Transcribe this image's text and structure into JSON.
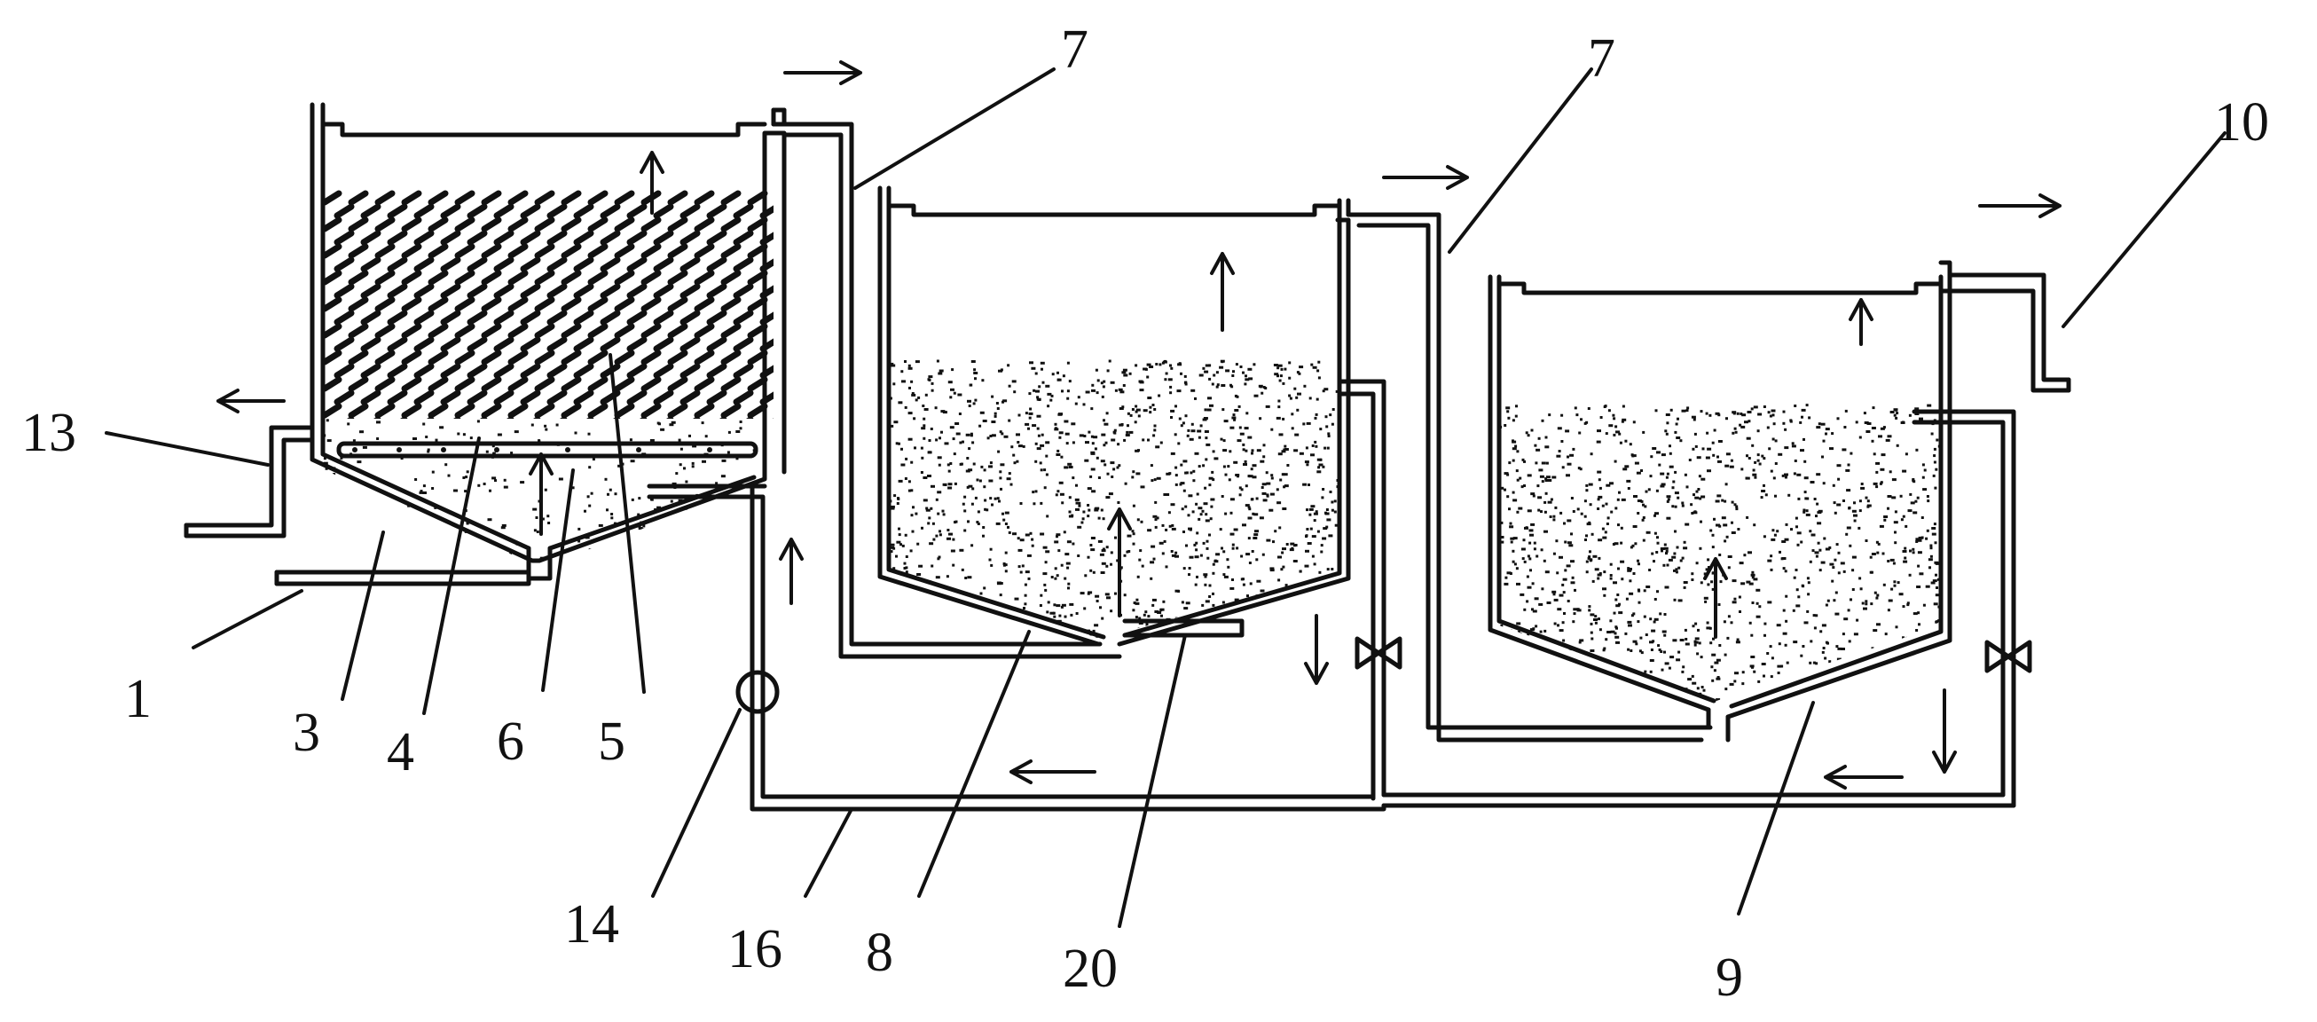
{
  "labels": {
    "l1": "1",
    "l3": "3",
    "l4": "4",
    "l6": "6",
    "l5": "5",
    "l7a": "7",
    "l7b": "7",
    "l8": "8",
    "l9": "9",
    "l10": "10",
    "l13": "13",
    "l14": "14",
    "l16": "16",
    "l20": "20"
  },
  "colors": {
    "line": "#111111",
    "background": "#ffffff"
  }
}
